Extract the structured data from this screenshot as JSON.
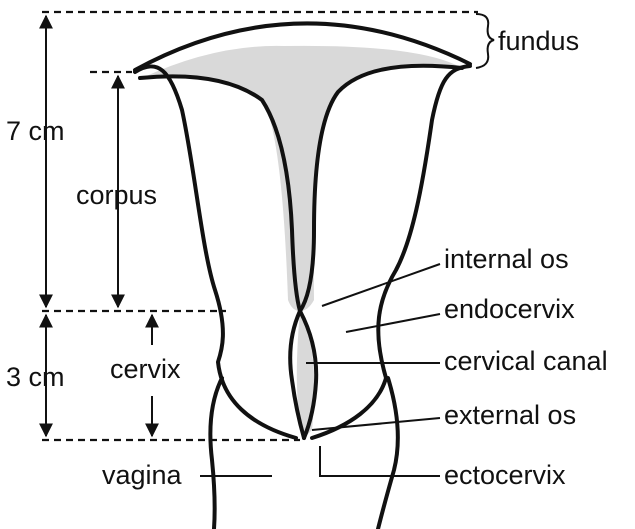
{
  "labels": {
    "fundus": "fundus",
    "seven_cm": "7 cm",
    "corpus": "corpus",
    "internal_os": "internal os",
    "endocervix": "endocervix",
    "three_cm": "3 cm",
    "cervix": "cervix",
    "cervical_canal": "cervical canal",
    "external_os": "external os",
    "vagina": "vagina",
    "ectocervix": "ectocervix"
  },
  "colors": {
    "stroke": "#111111",
    "cavity_fill": "#d9d9d9",
    "background": "#ffffff"
  }
}
